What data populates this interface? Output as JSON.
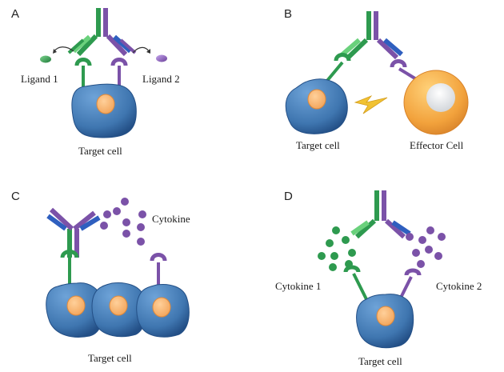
{
  "panels": {
    "a": {
      "letter": "A",
      "labels": {
        "left": "Ligand 1",
        "right": "Ligand 2",
        "cell": "Target cell"
      }
    },
    "b": {
      "letter": "B",
      "labels": {
        "target": "Target cell",
        "effector": "Effector Cell"
      }
    },
    "c": {
      "letter": "C",
      "labels": {
        "cytokine": "Cytokine",
        "cell": "Target cell"
      }
    },
    "d": {
      "letter": "D",
      "labels": {
        "left": "Cytokine 1",
        "right": "Cytokine 2",
        "cell": "Target cell"
      }
    }
  },
  "colors": {
    "green": "#2e9a4f",
    "green_light": "#8fd3a1",
    "purple": "#7b52a8",
    "purple_light": "#b79ad8",
    "blue_domain": "#2f5fbf",
    "cell_blue": "#3f76b0",
    "cell_blue_dark": "#234f86",
    "nucleus": "#f2b56e",
    "effector_outer": "#f2a23c",
    "effector_inner": "#e5e7ea",
    "lightning": "#f1c232"
  }
}
